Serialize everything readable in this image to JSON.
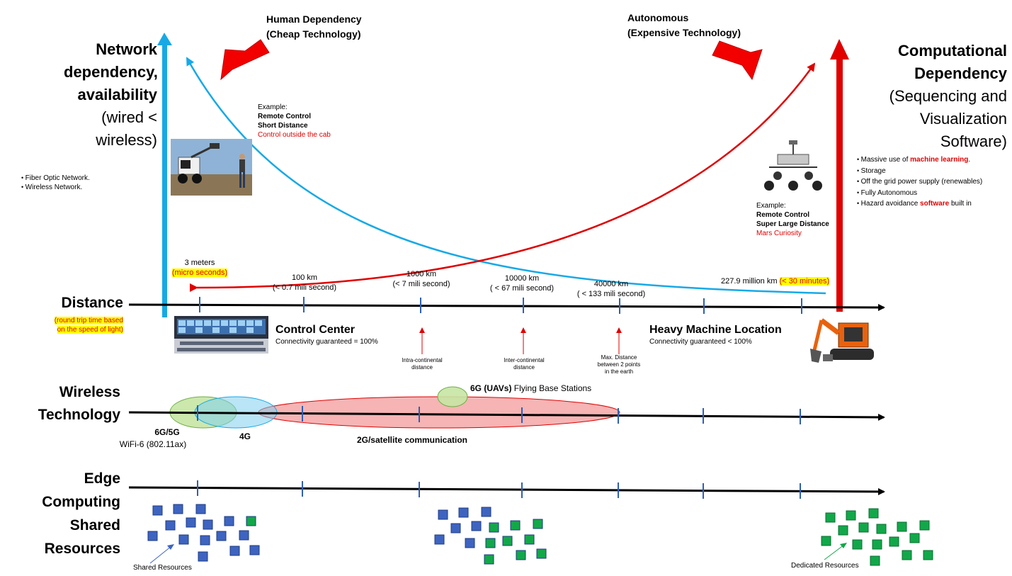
{
  "left_axis": {
    "title_lines": [
      "Network",
      "dependency,",
      "availability"
    ],
    "sub_lines": [
      "(wired <",
      "wireless)"
    ],
    "bullets": [
      "Fiber Optic Network.",
      "Wireless Network."
    ]
  },
  "right_axis": {
    "title_lines": [
      "Computational",
      "Dependency"
    ],
    "sub_lines": [
      "(Sequencing and",
      "Visualization",
      "Software)"
    ],
    "bullets": [
      {
        "pre": "Massive use of ",
        "em": "machine learning",
        "post": "."
      },
      {
        "pre": "Storage",
        "em": "",
        "post": ""
      },
      {
        "pre": "Off the grid power supply (renewables)",
        "em": "",
        "post": ""
      },
      {
        "pre": "Fully Autonomous",
        "em": "",
        "post": ""
      },
      {
        "pre": "Hazard avoidance ",
        "em": "software",
        "post": " built in"
      }
    ]
  },
  "human_dependency": {
    "line1": "Human Dependency",
    "line2": "(Cheap Technology)"
  },
  "autonomous": {
    "line1": "Autonomous",
    "line2": "(Expensive Technology)"
  },
  "example_left": {
    "label": "Example:",
    "line1": "Remote Control",
    "line2": "Short Distance",
    "line3": "Control outside the cab"
  },
  "example_right": {
    "label": "Example:",
    "line1": "Remote Control",
    "line2": "Super Large Distance",
    "line3": "Mars Curiosity"
  },
  "distance": {
    "title": "Distance",
    "note_line1": "(round trip time based",
    "note_line2": "on the speed of light)",
    "marks": [
      {
        "dist": "3 meters",
        "time": "(micro seconds)"
      },
      {
        "dist": "100 km",
        "time": "(< 0.7 mili second)"
      },
      {
        "dist": "1000 km",
        "time": "(< 7 mili second)"
      },
      {
        "dist": "10000 km",
        "time": "( < 67 mili second)"
      },
      {
        "dist": "40000 km",
        "time": "( < 133 mili second)"
      },
      {
        "dist": "227.9 million km",
        "time": "(< 30 minutes)"
      }
    ]
  },
  "control_center": {
    "title": "Control Center",
    "sub": "Connectivity guaranteed = 100%"
  },
  "machine_location": {
    "title": "Heavy Machine Location",
    "sub": "Connectivity guaranteed < 100%"
  },
  "arrows_notes": [
    {
      "line1": "Intra-continental",
      "line2": "distance",
      "line3": ""
    },
    {
      "line1": "Inter-continental",
      "line2": "distance",
      "line3": ""
    },
    {
      "line1": "Max. Distance",
      "line2": "between 2 points",
      "line3": "in the earth"
    }
  ],
  "wireless": {
    "title_lines": [
      "Wireless",
      "Technology"
    ],
    "g6_uav_bold": "6G (UAVs)",
    "g6_uav_rest": " Flying Base Stations",
    "g6g5": "6G/5G",
    "wifi6": "WiFi-6 (802.11ax)",
    "g4": "4G",
    "g2": "2G/satellite communication"
  },
  "edge": {
    "title_lines": [
      "Edge",
      "Computing",
      "Shared",
      "Resources"
    ],
    "shared_label": "Shared Resources",
    "dedicated_label": "Dedicated Resources"
  },
  "colors": {
    "blue": "#17a9e6",
    "red": "#e00000",
    "square_blue": "#3e64c1",
    "square_green": "#12a84a",
    "highlight": "#ffff00"
  }
}
